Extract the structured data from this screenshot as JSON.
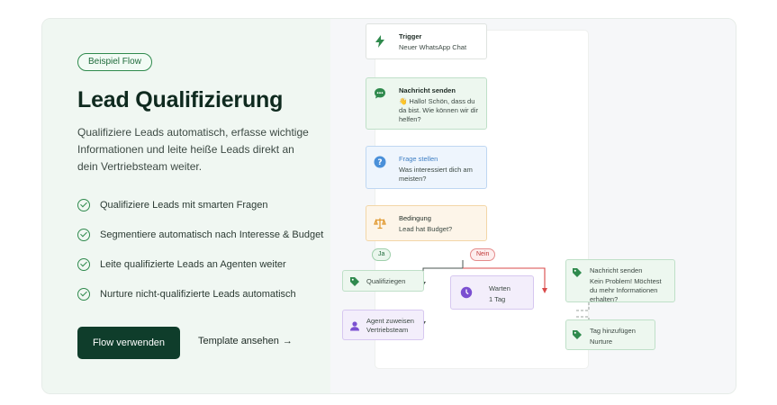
{
  "left": {
    "badge": "Beispiel Flow",
    "title": "Lead Qualifizierung",
    "description": "Qualifiziere Leads automatisch, erfasse wichtige Informationen und leite heiße Leads direkt an dein Vertriebsteam weiter.",
    "features": [
      "Qualifiziere Leads mit smarten Fragen",
      "Segmentiere automatisch nach Interesse & Budget",
      "Leite qualifizierte Leads an Agenten weiter",
      "Nurture nicht-qualifizierte Leads automatisch"
    ],
    "primary_button": "Flow verwenden",
    "link": "Template ansehen",
    "link_arrow": "→"
  },
  "flow": {
    "trigger": {
      "title": "Trigger",
      "body": "Neuer WhatsApp Chat"
    },
    "message": {
      "title": "Nachricht senden",
      "body": "👋 Hallo! Schön, dass du da bist. Wie können wir dir helfen?"
    },
    "question": {
      "title": "Frage stellen",
      "body": "Was interessiert dich am meisten?"
    },
    "condition": {
      "title": "Bedingung",
      "body": "Lead hat Budget?"
    },
    "yes_label": "Ja",
    "no_label": "Nein",
    "qualified": {
      "title": "Qualifiziegen"
    },
    "agent": {
      "body": "Agent zuweisen Vertriebsteam"
    },
    "wait": {
      "title": "Warten",
      "body": "1 Tag"
    },
    "message2": {
      "title": "Nachricht senden",
      "body": "Kein Problem! Möchtest du mehr Informationen erhalten?"
    },
    "tag": {
      "title": "Tag hinzufügen",
      "body": "Nurture"
    }
  },
  "colors": {
    "accent": "#2f8a4d",
    "primary_button": "#0f3d2b",
    "no_branch": "#d94848"
  }
}
